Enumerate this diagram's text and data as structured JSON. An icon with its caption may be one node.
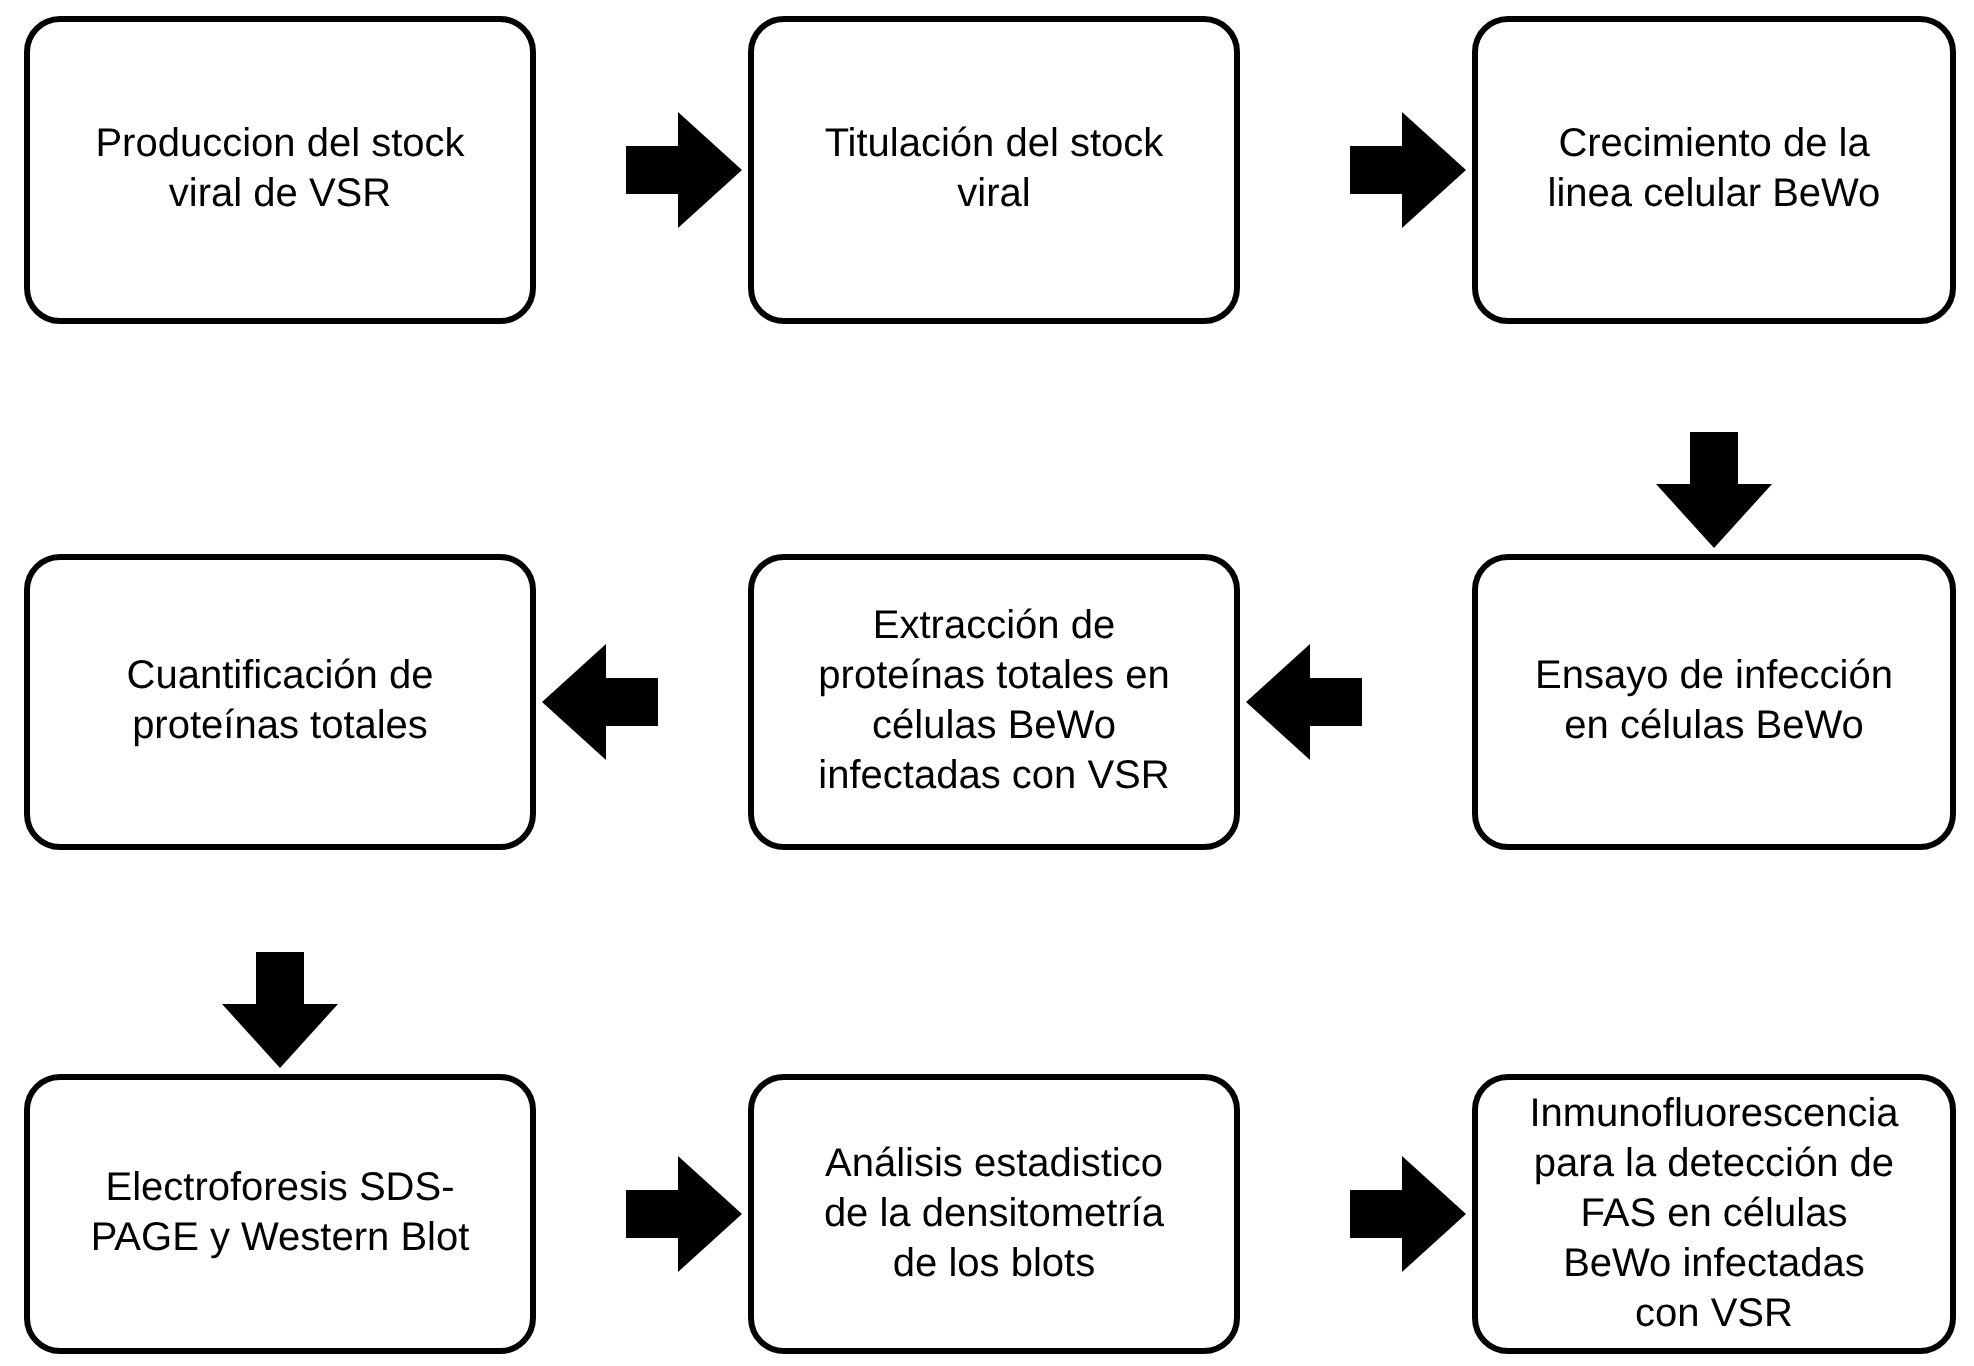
{
  "diagram": {
    "nodes": [
      {
        "text": [
          "Produccion del stock viral de VSR"
        ]
      },
      {
        "text": [
          "Titulación del stock viral"
        ]
      },
      {
        "text": [
          "Crecimiento de la linea celular BeWo"
        ]
      },
      {
        "text": [
          "Cuantificación de proteínas totales"
        ]
      },
      {
        "text": [
          "Extracción de proteínas totales en células BeWo infectadas con VSR"
        ]
      },
      {
        "text": [
          "Ensayo de infección en células BeWo"
        ]
      },
      {
        "text": [
          "Electroforesis SDS-PAGE y Western Blot"
        ]
      },
      {
        "text": [
          "Análisis estadistico de la densitometría de los blots"
        ]
      },
      {
        "text": [
          "Inmunofluorescencia para la detección de FAS en células BeWo infectadas con VSR"
        ]
      }
    ],
    "edges": [
      {
        "from": 0,
        "to": 1,
        "arrow": "to"
      },
      {
        "from": 1,
        "to": 2,
        "arrow": "to"
      },
      {
        "from": 2,
        "to": 5,
        "arrow": "to"
      },
      {
        "from": 5,
        "to": 4,
        "arrow": "to"
      },
      {
        "from": 4,
        "to": 3,
        "arrow": "to"
      },
      {
        "from": 3,
        "to": 6,
        "arrow": "to"
      },
      {
        "from": 6,
        "to": 7,
        "arrow": "to"
      },
      {
        "from": 7,
        "to": 8,
        "arrow": "to"
      }
    ]
  }
}
